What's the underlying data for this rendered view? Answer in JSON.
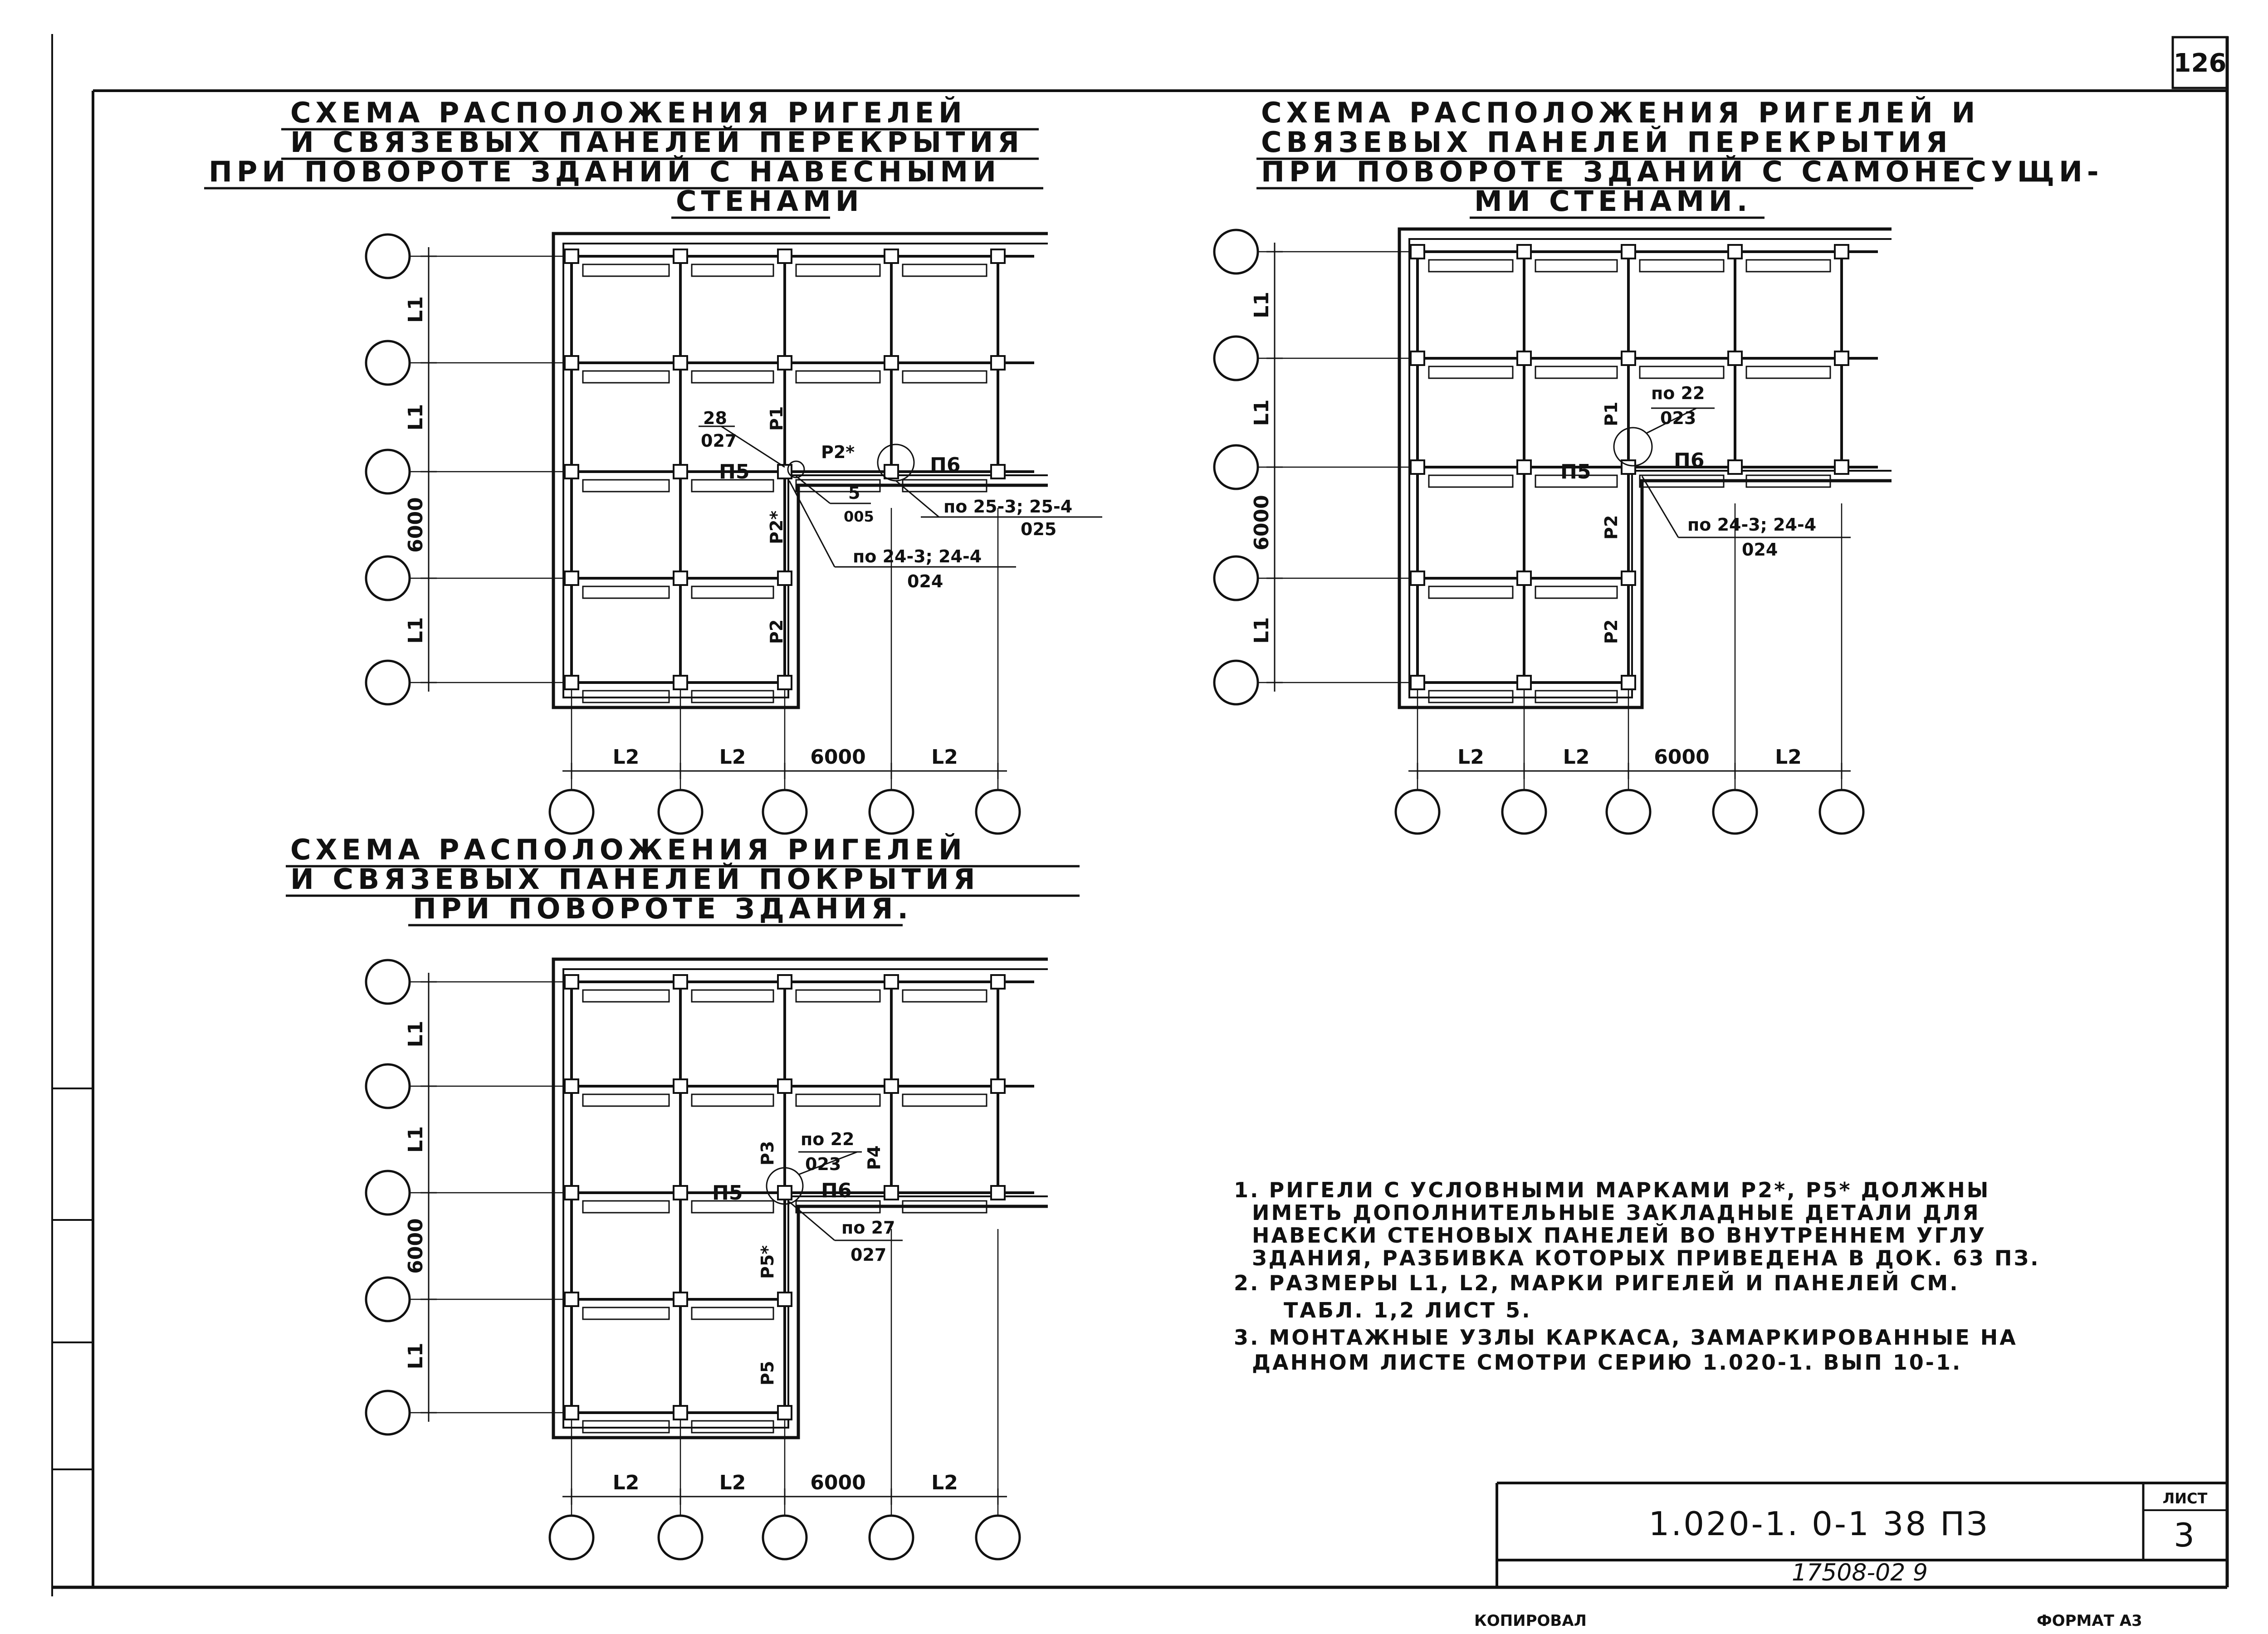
{
  "page_number": "126",
  "diagrams": [
    {
      "id": "tl",
      "title_lines": [
        "СХЕМА РАСПОЛОЖЕНИЯ РИГЕЛЕЙ",
        "И СВЯЗЕВЫХ ПАНЕЛЕЙ ПЕРЕКРЫТИЯ",
        "ПРИ ПОВОРОТЕ ЗДАНИЙ С НАВЕСНЫМИ",
        "СТЕНАМИ"
      ],
      "row_dims": [
        "L1",
        "L1",
        "6000",
        "L1"
      ],
      "col_dims": [
        "L2",
        "L2",
        "6000",
        "L2"
      ],
      "labels": {
        "p1": "Р1",
        "p2a": "Р2*",
        "p2b": "Р2",
        "p2s": "Р2*",
        "n5": "П5",
        "n6": "П6",
        "c28": "28",
        "c027": "027",
        "c5": "5",
        "c005": "005",
        "c25": "по 25-3; 25-4",
        "c025": "025",
        "c24": "по 24-3; 24-4",
        "c024": "024"
      }
    },
    {
      "id": "tr",
      "title_lines": [
        "СХЕМА РАСПОЛОЖЕНИЯ РИГЕЛЕЙ И",
        "СВЯЗЕВЫХ ПАНЕЛЕЙ ПЕРЕКРЫТИЯ",
        "ПРИ ПОВОРОТЕ ЗДАНИЙ С САМОНЕСУЩИ-",
        "МИ СТЕНАМИ."
      ],
      "row_dims": [
        "L1",
        "L1",
        "6000",
        "L1"
      ],
      "col_dims": [
        "L2",
        "L2",
        "6000",
        "L2"
      ],
      "labels": {
        "p1": "Р1",
        "p2a": "Р2",
        "p2b": "Р2",
        "n5": "П5",
        "n6": "П6",
        "c22": "по 22",
        "c023": "023",
        "c24": "по 24-3; 24-4",
        "c024": "024"
      }
    },
    {
      "id": "bl",
      "title_lines": [
        "СХЕМА РАСПОЛОЖЕНИЯ РИГЕЛЕЙ",
        "И СВЯЗЕВЫХ ПАНЕЛЕЙ ПОКРЫТИЯ",
        "ПРИ ПОВОРОТЕ ЗДАНИЯ."
      ],
      "row_dims": [
        "L1",
        "L1",
        "6000",
        "L1"
      ],
      "col_dims": [
        "L2",
        "L2",
        "6000",
        "L2"
      ],
      "labels": {
        "p3": "Р3",
        "p4": "Р4",
        "p5s": "Р5*",
        "p5": "Р5",
        "n5": "П5",
        "n6": "П6",
        "c22": "по 22",
        "c023": "023",
        "c27": "по 27",
        "c027": "027"
      }
    }
  ],
  "notes": [
    "1. РИГЕЛИ С УСЛОВНЫМИ МАРКАМИ Р2*, Р5* ДОЛЖНЫ",
    "ИМЕТЬ ДОПОЛНИТЕЛЬНЫЕ ЗАКЛАДНЫЕ ДЕТАЛИ ДЛЯ",
    "НАВЕСКИ СТЕНОВЫХ ПАНЕЛЕЙ ВО ВНУТРЕННЕМ УГЛУ",
    "ЗДАНИЯ, РАЗБИВКА КОТОРЫХ ПРИВЕДЕНА В ДОК. 63 ПЗ.",
    "2. РАЗМЕРЫ L1, L2, МАРКИ РИГЕЛЕЙ И ПАНЕЛЕЙ СМ.",
    "ТАБЛ. 1,2 ЛИСТ 5.",
    "3. МОНТАЖНЫЕ УЗЛЫ КАРКАСА, ЗАМАРКИРОВАННЫЕ НА",
    "ДАННОМ ЛИСТЕ СМОТРИ СЕРИЮ 1.020-1. ВЫП 10-1."
  ],
  "stamp": {
    "code": "1.020-1. 0-1 38 ПЗ",
    "sheet_label": "ЛИСТ",
    "sheet_number": "3"
  },
  "footer": {
    "handwritten": "17508-02  9",
    "bottom_left": "КОПИРОВАЛ",
    "bottom_right": "ФОРМАТ А3"
  }
}
